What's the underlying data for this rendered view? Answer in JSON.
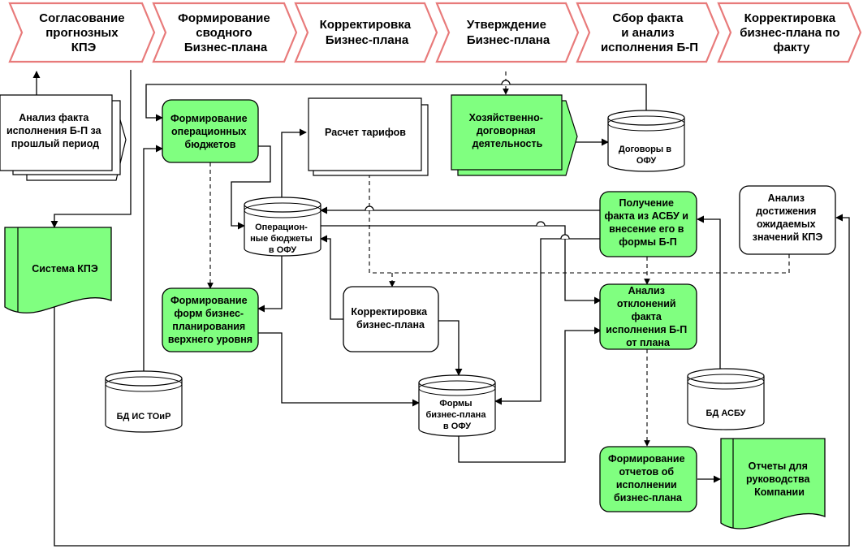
{
  "colors": {
    "green": "#80ff80",
    "phase_border": "#e87a7a",
    "phase_fill": "#ffffff",
    "line": "#000000"
  },
  "phases": [
    {
      "lines": [
        "Согласование",
        "прогнозных",
        "КПЭ"
      ]
    },
    {
      "lines": [
        "Формирование",
        "сводного",
        "Бизнес-плана"
      ]
    },
    {
      "lines": [
        "Корректировка",
        "Бизнес-плана"
      ]
    },
    {
      "lines": [
        "Утверждение",
        "Бизнес-плана"
      ]
    },
    {
      "lines": [
        "Сбор факта",
        "и анализ",
        "исполнения Б-П"
      ]
    },
    {
      "lines": [
        "Корректировка",
        "бизнес-плана по",
        "факту"
      ]
    }
  ],
  "nodes": {
    "analysis_prev": {
      "lines": [
        "Анализ факта",
        "исполнения Б-П за",
        "прошлый период"
      ]
    },
    "kpe_system": {
      "lines": [
        "Система КПЭ"
      ]
    },
    "op_budgets_form": {
      "lines": [
        "Формирование",
        "операционных",
        "бюджетов"
      ]
    },
    "tariffs": {
      "lines": [
        "Расчет тарифов"
      ]
    },
    "economic": {
      "lines": [
        "Хозяйственно-",
        "договорная",
        "деятельность"
      ]
    },
    "contracts_db": {
      "lines": [
        "Договоры в",
        "ОФУ"
      ]
    },
    "op_budgets_db": {
      "lines": [
        "Операцион-",
        "ные бюджеты",
        "в ОФУ"
      ]
    },
    "asbu_fact": {
      "lines": [
        "Получение",
        "факта из АСБУ и",
        "внесение его в",
        "формы Б-П"
      ]
    },
    "kpe_analysis": {
      "lines": [
        "Анализ",
        "достижения",
        "ожидаемых",
        "значений КПЭ"
      ]
    },
    "top_forms": {
      "lines": [
        "Формирование",
        "форм бизнес-",
        "планирования",
        "верхнего уровня"
      ]
    },
    "bp_correction": {
      "lines": [
        "Корректировка",
        "бизнес-плана"
      ]
    },
    "deviation": {
      "lines": [
        "Анализ",
        "отклонений",
        "факта",
        "исполнения Б-П",
        "от плана"
      ]
    },
    "toir_db": {
      "lines": [
        "БД ИС ТОиР"
      ]
    },
    "bp_forms_db": {
      "lines": [
        "Формы",
        "бизнес-плана",
        "в ОФУ"
      ]
    },
    "asbu_db": {
      "lines": [
        "БД АСБУ"
      ]
    },
    "reports_form": {
      "lines": [
        "Формирование",
        "отчетов об",
        "исполнении",
        "бизнес-плана"
      ]
    },
    "reports_doc": {
      "lines": [
        "Отчеты для",
        "руководства",
        "Компании"
      ]
    }
  }
}
